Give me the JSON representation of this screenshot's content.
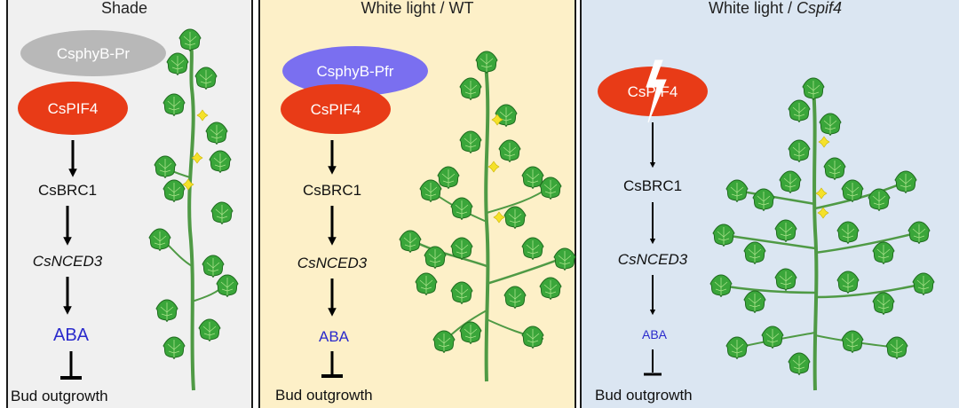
{
  "panels": [
    {
      "title_parts": [
        "Shade"
      ],
      "phy_label": "CsphyB-Pr",
      "pif_label": "CsPIF4",
      "brc_label": "CsBRC1",
      "nced_label": "CsNCED3",
      "aba_label": "ABA",
      "bud_label": "Bud outgrowth"
    },
    {
      "title_parts": [
        "White light / WT"
      ],
      "phy_label": "CsphyB-Pfr",
      "pif_label": "CsPIF4",
      "brc_label": "CsBRC1",
      "nced_label": "CsNCED3",
      "aba_label": "ABA",
      "bud_label": "Bud outgrowth"
    },
    {
      "title_parts": [
        "White light / ",
        "Cspif4"
      ],
      "pif_label": "CsPIF4",
      "brc_label": "CsBRC1",
      "nced_label": "CsNCED3",
      "aba_label": "ABA",
      "bud_label": "Bud outgrowth"
    }
  ],
  "colors": {
    "shade_bg": "#f0f0f0",
    "wt_bg": "#fdf0c8",
    "mutant_bg": "#dbe6f2",
    "pif_red": "#e83b17",
    "phy_pr_gray": "#b8b8b8",
    "phy_pfr_blue": "#7a6ff0",
    "aba_blue": "#2a2acc",
    "leaf_green": "#3aa63a",
    "stem_green": "#4f9a45",
    "flower_yellow": "#f5e12a"
  },
  "icons": {
    "activation": "arrow-down-icon",
    "repression": "t-bar-inhibition-icon",
    "mutation": "lightning-bolt-icon",
    "plant": "cucumber-plant-illustration"
  }
}
